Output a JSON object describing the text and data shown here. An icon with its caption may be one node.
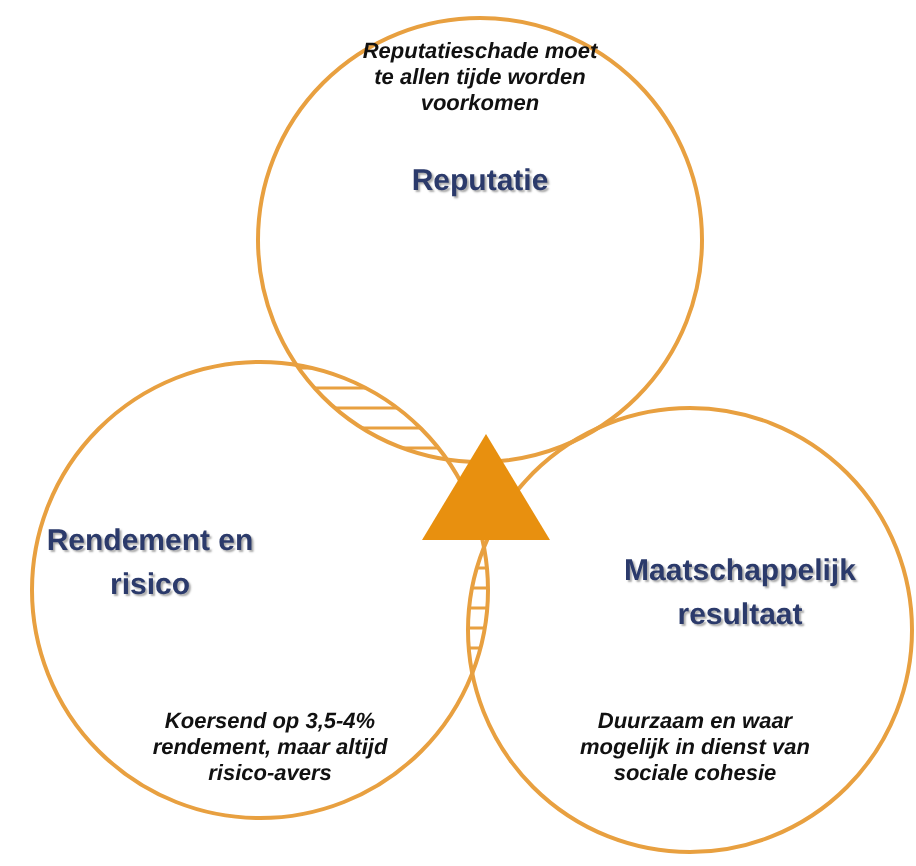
{
  "diagram": {
    "nodes": [
      {
        "text": [
          "Reputatieschade moet te allen tijde worden voorkomen",
          "Reputatie"
        ]
      },
      {
        "text": [
          "Rendement en risico",
          "Koersend op 3,5-4% rendement, maar altijd risico-avers"
        ]
      },
      {
        "text": [
          "Maatschappelijk resultaat",
          "Duurzaam en waar mogelijk in dienst van sociale cohesie"
        ]
      },
      {
        "text": [],
        "shape": "triangle"
      }
    ],
    "edges": []
  }
}
